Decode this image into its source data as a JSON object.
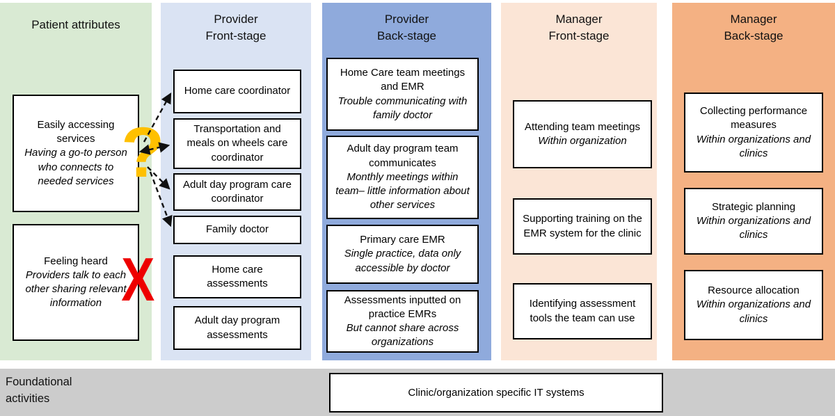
{
  "columns": [
    {
      "id": "patient-attributes",
      "title_lines": [
        "Patient attributes"
      ],
      "bg": "#d9ead3",
      "boxes": [
        {
          "main": "Easily accessing services",
          "detail": "Having a go-to person who connects to needed services"
        },
        {
          "main": "Feeling heard",
          "detail": "Providers talk to each other sharing relevant information"
        }
      ]
    },
    {
      "id": "provider-front-stage",
      "title_lines": [
        "Provider",
        "Front-stage"
      ],
      "bg": "#dae3f3",
      "boxes": [
        {
          "main": "Home care coordinator"
        },
        {
          "main": "Transportation and meals on wheels care coordinator"
        },
        {
          "main": "Adult day program care coordinator"
        },
        {
          "main": "Family doctor"
        },
        {
          "main": "Home care assessments"
        },
        {
          "main": "Adult day program assessments"
        }
      ]
    },
    {
      "id": "provider-back-stage",
      "title_lines": [
        "Provider",
        "Back-stage"
      ],
      "bg": "#8faadc",
      "boxes": [
        {
          "main": "Home Care team meetings and EMR",
          "detail": "Trouble communicating with family doctor"
        },
        {
          "main": "Adult day program team communicates",
          "detail": "Monthly meetings within team– little information about other services"
        },
        {
          "main": "Primary care EMR",
          "detail": "Single practice, data only accessible by doctor"
        },
        {
          "main": "Assessments inputted on practice EMRs",
          "detail": "But cannot share across organizations"
        }
      ]
    },
    {
      "id": "manager-front-stage",
      "title_lines": [
        "Manager",
        "Front-stage"
      ],
      "bg": "#fbe5d6",
      "boxes": [
        {
          "main": "Attending team meetings",
          "detail": "Within organization"
        },
        {
          "main": "Supporting training on the EMR system for the clinic"
        },
        {
          "main": "Identifying assessment tools the team can use"
        }
      ]
    },
    {
      "id": "manager-back-stage",
      "title_lines": [
        "Manager",
        "Back-stage"
      ],
      "bg": "#f4b183",
      "boxes": [
        {
          "main": "Collecting performance measures",
          "detail": "Within organizations and clinics"
        },
        {
          "main": "Strategic planning",
          "detail": "Within organizations and clinics"
        },
        {
          "main": "Resource allocation",
          "detail": "Within organizations and clinics"
        }
      ]
    }
  ],
  "foundational": {
    "label": "Foundational activities",
    "it_box": "Clinic/organization specific IT systems"
  },
  "annotations": {
    "question_mark": "?",
    "cross_mark": "X"
  },
  "colors": {
    "patient_bg": "#d9ead3",
    "provider_front_bg": "#dae3f3",
    "provider_back_bg": "#8faadc",
    "manager_front_bg": "#fbe5d6",
    "manager_back_bg": "#f4b183",
    "foundational_bg": "#cccccc",
    "question_mark": "#ffc000",
    "cross_mark": "#ee0000",
    "box_border": "#000000"
  }
}
